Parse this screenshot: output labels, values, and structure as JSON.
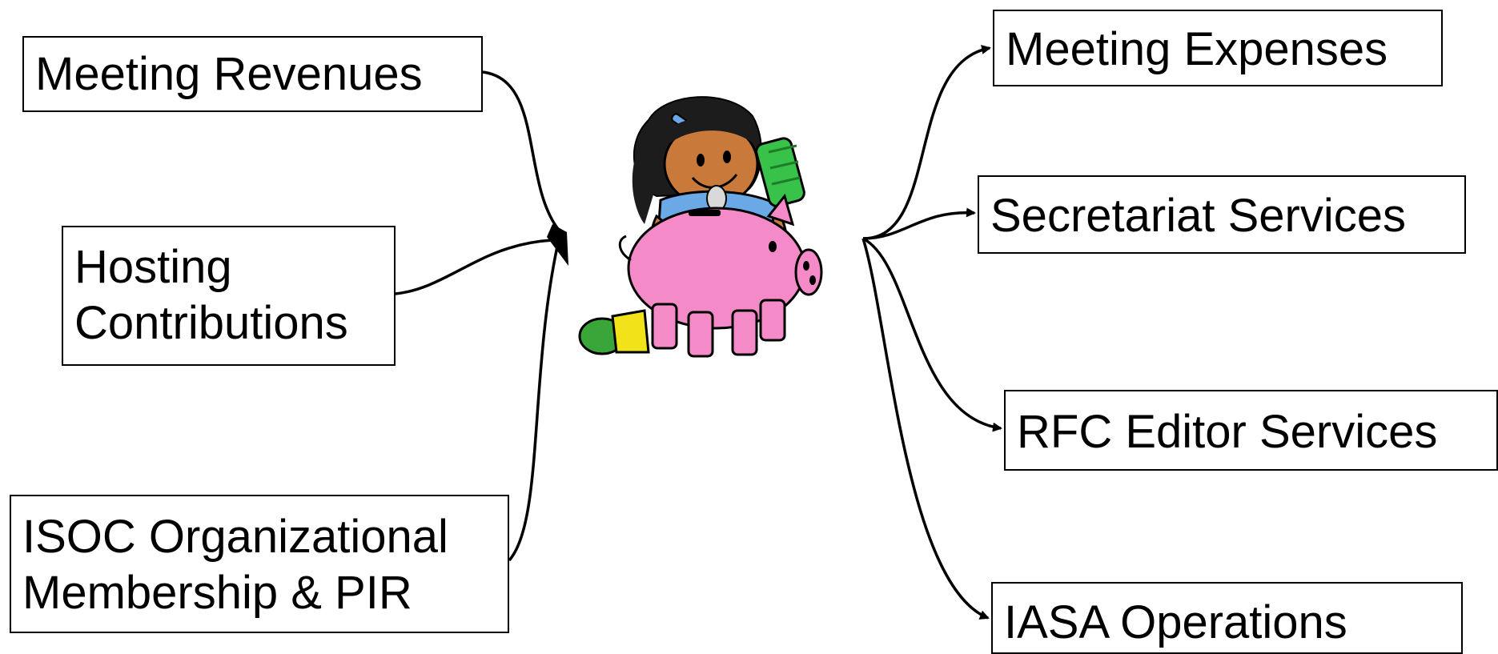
{
  "sources": [
    {
      "id": "meeting-revenues",
      "lines": [
        "Meeting Revenues"
      ]
    },
    {
      "id": "hosting-contributions",
      "lines": [
        "Hosting",
        "Contributions"
      ]
    },
    {
      "id": "isoc-membership",
      "lines": [
        "ISOC Organizational",
        "Membership & PIR"
      ]
    }
  ],
  "destinations": [
    {
      "id": "meeting-expenses",
      "lines": [
        "Meeting Expenses"
      ]
    },
    {
      "id": "secretariat-services",
      "lines": [
        "Secretariat Services"
      ]
    },
    {
      "id": "rfc-editor-services",
      "lines": [
        "RFC Editor Services"
      ]
    },
    {
      "id": "iasa-operations",
      "lines": [
        "IASA Operations"
      ]
    }
  ],
  "center_icon": "piggy-bank-girl-icon",
  "colors": {
    "line": "#000000",
    "pig": "#f48ac8",
    "money": "#39c24a",
    "shirt": "#6aa8e6",
    "skin": "#c97a3a",
    "hair": "#1c1c1c",
    "shoe": "#3aa63a",
    "sock": "#f2e21a"
  }
}
